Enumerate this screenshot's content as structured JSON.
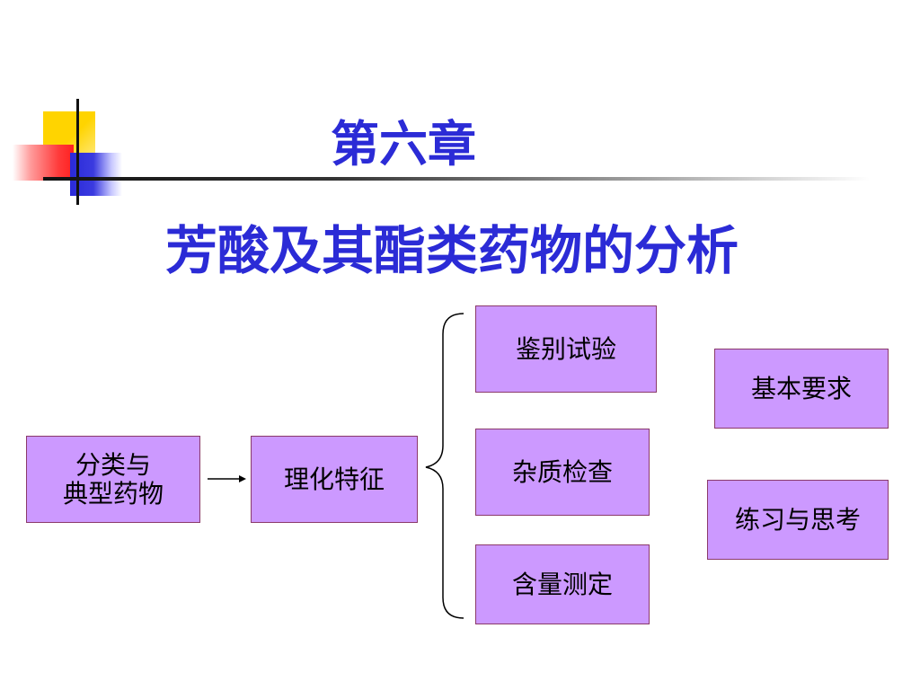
{
  "slide": {
    "chapter_title": "第六章",
    "main_title": "芳酸及其酯类药物的分析"
  },
  "flow": {
    "classification_line1": "分类与",
    "classification_line2": "典型药物",
    "physchem": "理化特征",
    "identification": "鉴别试验",
    "impurity": "杂质检查",
    "assay": "含量测定"
  },
  "side": {
    "basic_requirements": "基本要求",
    "exercise": "练习与思考"
  },
  "colors": {
    "title": "#2b2bd6",
    "box_fill": "#cc99ff",
    "box_border": "#8a3a6a",
    "deco_yellow": "#ffd400",
    "deco_red": "#ff2020",
    "deco_blue": "#2a2ad8"
  }
}
